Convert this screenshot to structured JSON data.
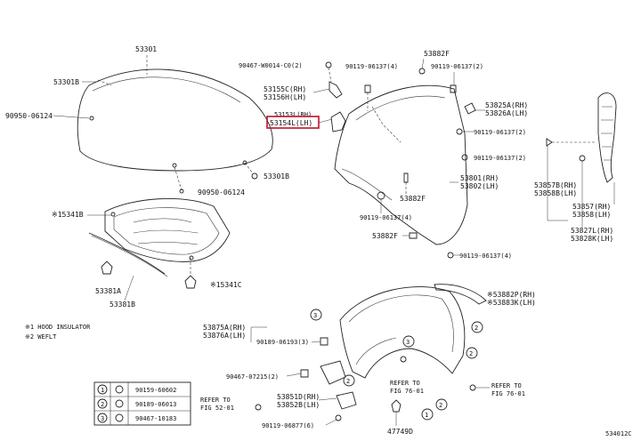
{
  "labels": {
    "p53301": "53301",
    "p53301b_top": "53301B",
    "p90950_a": "90950-06124",
    "p53301b_right": "53301B",
    "p90950_b": "90950-06124",
    "p15341b": "※15341B",
    "p53381a": "53381A",
    "p53381b": "53381B",
    "p15341c": "※15341C",
    "note1": "※1 HOOD INSULATOR",
    "note2": "※2 WEFLT",
    "p90467_top": "90467-W0014-C0(2)",
    "p53155c": "53155C(RH)",
    "p53156h": "53156H(LH)",
    "p53153l_rh": "53153L(RH)",
    "p53154l": "53154L(LH)",
    "p90119_a": "90119-06137(4)",
    "p53882f_top": "53882F",
    "p90119_b": "90119-06137(2)",
    "p53825a": "53825A(RH)",
    "p53826a": "53826A(LH)",
    "p90119_c": "90119-06137(2)",
    "p90119_d": "90119-06137(2)",
    "p53801": "53801(RH)",
    "p53802": "53802(LH)",
    "p53882f_mid": "53882F",
    "p90119_e": "90119-06137(4)",
    "p53882f_low": "53882F",
    "p90119_f": "90119-06137(4)",
    "p53857b": "53857B(RH)",
    "p53858b": "53858B(LH)",
    "p53857": "53857(RH)",
    "p53858": "53858(LH)",
    "p53827l": "53827L(RH)",
    "p53828k": "53828K(LH)",
    "p53882p": "※53882P(RH)",
    "p53883k": "※53883K(LH)",
    "p53875a": "53875A(RH)",
    "p53876a": "53876A(LH)",
    "p90189": "90189-06193(3)",
    "p90467_low": "90467-07215(2)",
    "p53851d": "53851D(RH)",
    "p53852b": "53852B(LH)",
    "p90119_g": "90119-06877(6)",
    "p47749d": "47749D",
    "ref52_a": "REFER TO",
    "ref52_b": "FIG 52-01",
    "ref76l_a": "REFER TO",
    "ref76l_b": "FIG 76-01",
    "ref76r_a": "REFER TO",
    "ref76r_b": "FIG 76-01",
    "callout1": "1",
    "callout2": "2",
    "callout3": "3",
    "footer_code": "534012C"
  },
  "legend": [
    {
      "num": "1",
      "part": "90159-60602"
    },
    {
      "num": "2",
      "part": "90189-06013"
    },
    {
      "num": "3",
      "part": "90467-10183"
    }
  ],
  "highlight": {
    "part": "53154L(LH)",
    "color": "#c0122c"
  }
}
